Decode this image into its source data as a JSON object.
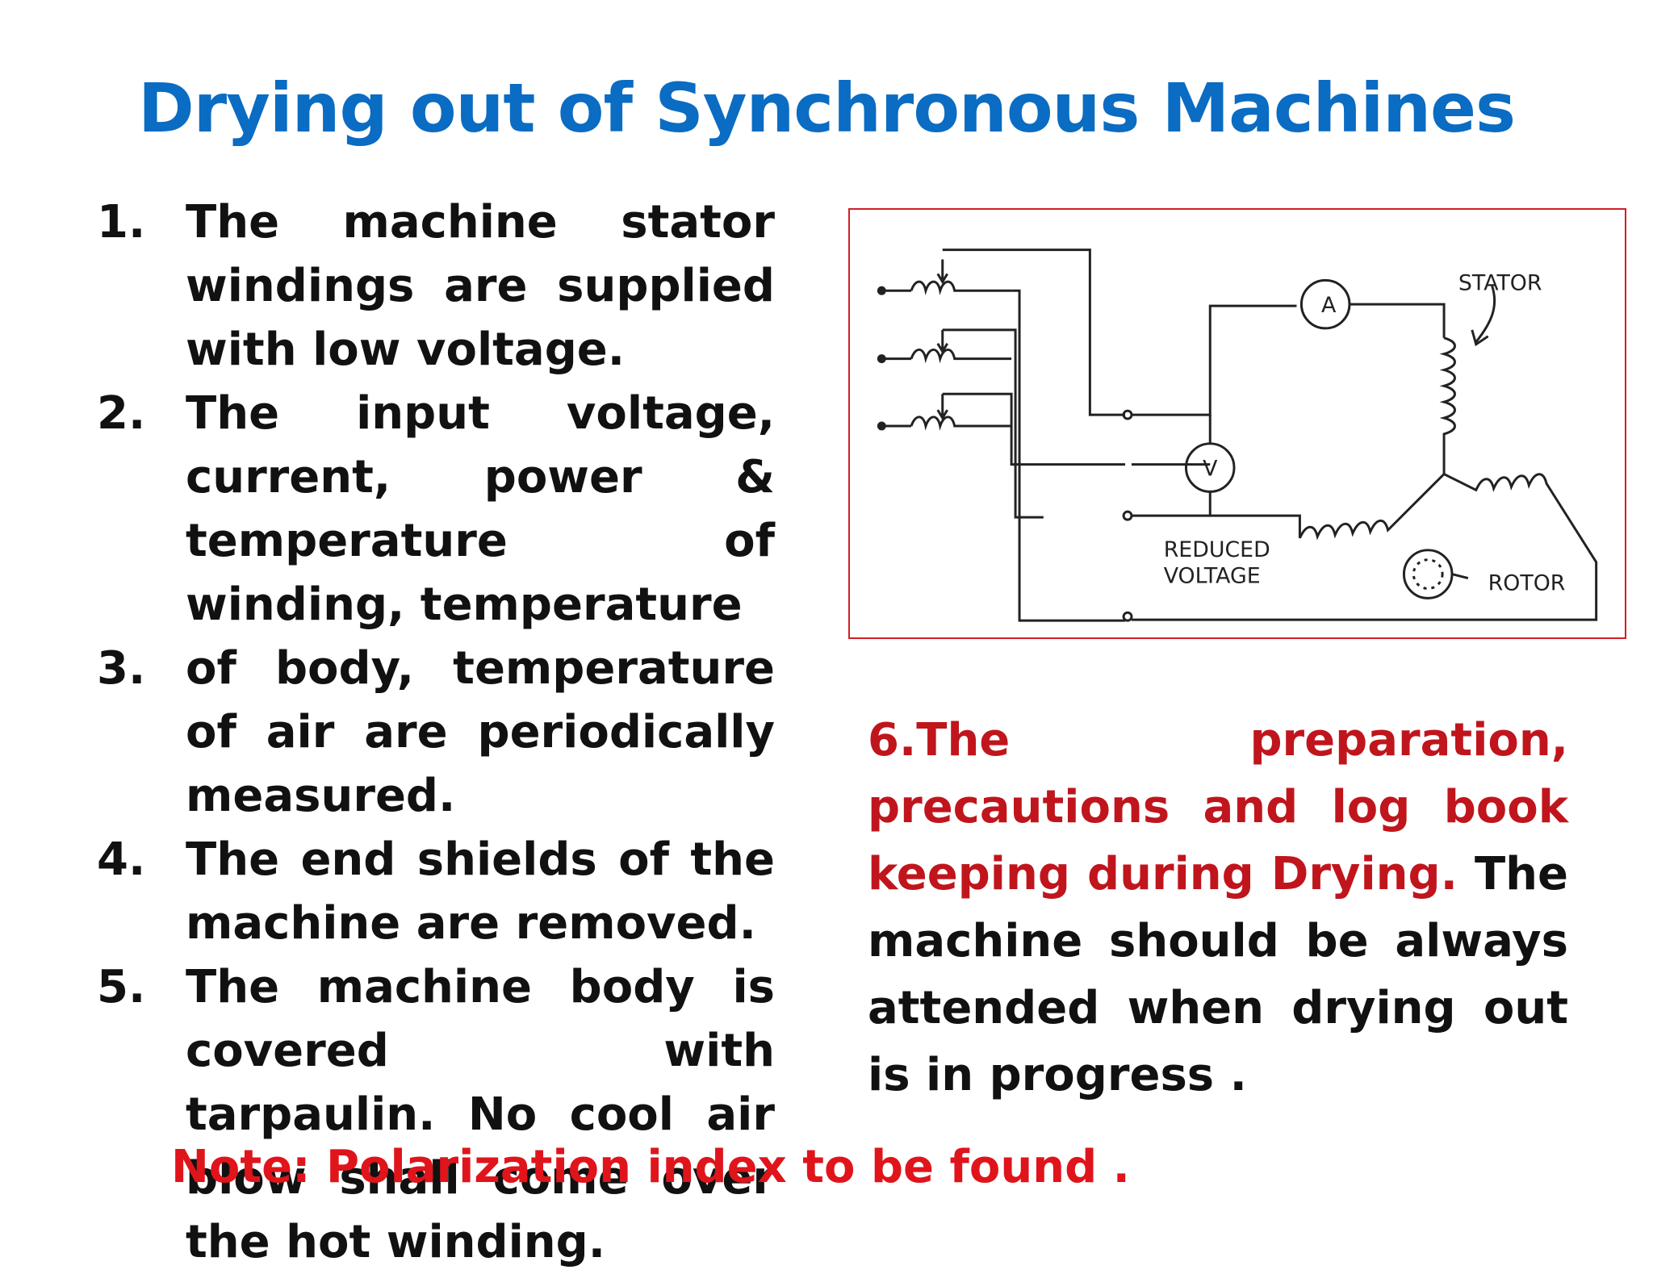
{
  "title": "Drying out of Synchronous Machines",
  "list": [
    {
      "num": "1.",
      "text": "The machine stator windings are supplied with low voltage."
    },
    {
      "num": "2.",
      "text": "The input voltage, current, power & temperature of winding, temperature"
    },
    {
      "num": "3.",
      "text": "of body, temperature of air are periodically measured."
    },
    {
      "num": "4.",
      "text": "The end shields of the machine are removed."
    },
    {
      "num": "5.",
      "text": "The machine body is covered with tarpaulin. No cool air blow shall come over the hot winding."
    }
  ],
  "diagram": {
    "ammeter": "A",
    "voltmeter": "V",
    "stator_label": "STATOR",
    "reduced_label_1": "REDUCED",
    "reduced_label_2": "VOLTAGE",
    "rotor_label": "ROTOR"
  },
  "point6": {
    "red_part": "6.The preparation, precautions and log book keeping during Drying.",
    "black_part": " The machine should be always attended when drying out is in progress ."
  },
  "note": "Note: Polarization index to be found ."
}
